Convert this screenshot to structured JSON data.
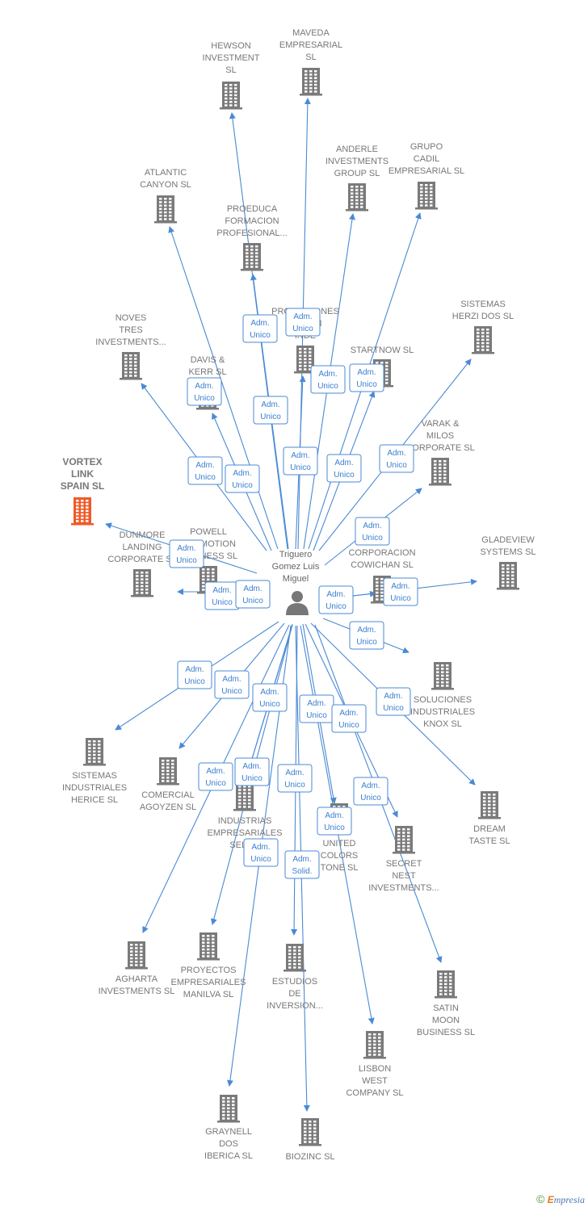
{
  "colors": {
    "edge": "#4a8ad4",
    "building": "#7a7a7a",
    "highlight_building": "#f05a28",
    "person": "#777777",
    "label": "#777777"
  },
  "center": {
    "name_lines": [
      "Triguero",
      "Gomez Luis",
      "Miguel"
    ],
    "icon": "person-icon"
  },
  "nodes": [
    {
      "id": "hewson",
      "lines": [
        "HEWSON",
        "INVESTMENT",
        "SL"
      ],
      "icon": "building-icon"
    },
    {
      "id": "maveda",
      "lines": [
        "MAVEDA",
        "EMPRESARIAL",
        "SL"
      ],
      "icon": "building-icon"
    },
    {
      "id": "anderle",
      "lines": [
        "ANDERLE",
        "INVESTMENTS",
        "GROUP SL"
      ],
      "icon": "building-icon"
    },
    {
      "id": "cadil",
      "lines": [
        "GRUPO",
        "CADIL",
        "EMPRESARIAL SL"
      ],
      "icon": "building-icon"
    },
    {
      "id": "atlantic",
      "lines": [
        "ATLANTIC",
        "CANYON SL"
      ],
      "icon": "building-icon"
    },
    {
      "id": "proeduca",
      "lines": [
        "PROEDUCA",
        "FORMACION",
        "PROFESIONAL..."
      ],
      "icon": "building-icon"
    },
    {
      "id": "sistemas_herzi",
      "lines": [
        "SISTEMAS",
        "HERZI DOS SL"
      ],
      "icon": "building-icon"
    },
    {
      "id": "noves",
      "lines": [
        "NOVES",
        "TRES",
        "INVESTMENTS..."
      ],
      "icon": "building-icon"
    },
    {
      "id": "promociones",
      "lines": [
        "PROMOCIONES",
        "DE SAN",
        "INDE"
      ],
      "icon": "building-icon"
    },
    {
      "id": "startnow",
      "lines": [
        "STARTNOW SL"
      ],
      "icon": "building-icon"
    },
    {
      "id": "davis",
      "lines": [
        "DAVIS &",
        "KERR SL"
      ],
      "icon": "building-icon"
    },
    {
      "id": "varak",
      "lines": [
        "VARAK &",
        "MILOS",
        "CORPORATE SL"
      ],
      "icon": "building-icon"
    },
    {
      "id": "vortex",
      "lines": [
        "VORTEX",
        "LINK",
        "SPAIN  SL"
      ],
      "icon": "building-icon",
      "highlight": true
    },
    {
      "id": "dunmore",
      "lines": [
        "DUNMORE",
        "LANDING",
        "CORPORATE SL"
      ],
      "icon": "building-icon"
    },
    {
      "id": "powell",
      "lines": [
        "POWELL",
        "PROMOTION",
        "BUSINESS  SL"
      ],
      "icon": "building-icon"
    },
    {
      "id": "cowichan",
      "lines": [
        "CORPORACION",
        "COWICHAN SL"
      ],
      "icon": "building-icon"
    },
    {
      "id": "gladeview",
      "lines": [
        "GLADEVIEW",
        "SYSTEMS  SL"
      ],
      "icon": "building-icon"
    },
    {
      "id": "soluciones",
      "lines": [
        "SOLUCIONES",
        "INDUSTRIALES",
        "KNOX SL"
      ],
      "icon": "building-icon"
    },
    {
      "id": "herice",
      "lines": [
        "SISTEMAS",
        "INDUSTRIALES",
        "HERICE  SL"
      ],
      "icon": "building-icon"
    },
    {
      "id": "agoyzen",
      "lines": [
        "COMERCIAL",
        "AGOYZEN SL"
      ],
      "icon": "building-icon"
    },
    {
      "id": "seldo",
      "lines": [
        "INDUSTRIAS",
        "EMPRESARIALES",
        "SELDO"
      ],
      "icon": "building-icon"
    },
    {
      "id": "united",
      "lines": [
        "UNITED",
        "COLORS",
        "TONE SL"
      ],
      "icon": "building-icon"
    },
    {
      "id": "dream",
      "lines": [
        "DREAM",
        "TASTE SL"
      ],
      "icon": "building-icon"
    },
    {
      "id": "secret",
      "lines": [
        "SECRET",
        "NEST",
        "INVESTMENTS..."
      ],
      "icon": "building-icon"
    },
    {
      "id": "agharta",
      "lines": [
        "AGHARTA",
        "INVESTMENTS SL"
      ],
      "icon": "building-icon"
    },
    {
      "id": "manilva",
      "lines": [
        "PROYECTOS",
        "EMPRESARIALES",
        "MANILVA SL"
      ],
      "icon": "building-icon"
    },
    {
      "id": "estudios",
      "lines": [
        "ESTUDIOS",
        "DE",
        "INVERSION..."
      ],
      "icon": "building-icon"
    },
    {
      "id": "satin",
      "lines": [
        "SATIN",
        "MOON",
        "BUSINESS SL"
      ],
      "icon": "building-icon"
    },
    {
      "id": "lisbon",
      "lines": [
        "LISBON",
        "WEST",
        "COMPANY  SL"
      ],
      "icon": "building-icon"
    },
    {
      "id": "graynell",
      "lines": [
        "GRAYNELL",
        "DOS",
        "IBERICA  SL"
      ],
      "icon": "building-icon"
    },
    {
      "id": "biozinc",
      "lines": [
        "BIOZINC SL"
      ],
      "icon": "building-icon"
    }
  ],
  "edges": [
    {
      "to": "hewson",
      "label": [
        "Adm.",
        "Unico"
      ]
    },
    {
      "to": "maveda",
      "label": [
        "Adm.",
        "Unico"
      ]
    },
    {
      "to": "anderle",
      "label": [
        "Adm.",
        "Unico"
      ]
    },
    {
      "to": "cadil",
      "label": [
        "Adm.",
        "Unico"
      ]
    },
    {
      "to": "atlantic",
      "label": [
        "Adm.",
        "Unico"
      ]
    },
    {
      "to": "proeduca",
      "label": [
        "Adm.",
        "Unico"
      ]
    },
    {
      "to": "sistemas_herzi",
      "label": [
        "Adm.",
        "Unico"
      ]
    },
    {
      "to": "noves",
      "label": [
        "Adm.",
        "Unico"
      ]
    },
    {
      "to": "promociones",
      "label": [
        "Adm.",
        "Unico"
      ]
    },
    {
      "to": "startnow",
      "label": [
        "Adm.",
        "Unico"
      ]
    },
    {
      "to": "davis",
      "label": [
        "Adm.",
        "Unico"
      ]
    },
    {
      "to": "varak",
      "label": [
        "Adm.",
        "Unico"
      ]
    },
    {
      "to": "vortex",
      "label": [
        "Adm.",
        "Unico"
      ]
    },
    {
      "to": "dunmore",
      "label": [
        "Adm.",
        "Unico"
      ]
    },
    {
      "to": "powell",
      "label": [
        "Adm.",
        "Unico"
      ]
    },
    {
      "to": "cowichan",
      "label": [
        "Adm.",
        "Unico"
      ]
    },
    {
      "to": "gladeview",
      "label": [
        "Adm.",
        "Unico"
      ]
    },
    {
      "to": "soluciones",
      "label": [
        "Adm.",
        "Unico"
      ]
    },
    {
      "to": "herice",
      "label": [
        "Adm.",
        "Unico"
      ]
    },
    {
      "to": "agoyzen",
      "label": [
        "Adm.",
        "Unico"
      ]
    },
    {
      "to": "seldo",
      "label": [
        "Adm.",
        "Unico"
      ]
    },
    {
      "to": "united",
      "label": [
        "Adm.",
        "Unico"
      ]
    },
    {
      "to": "dream",
      "label": [
        "Adm.",
        "Unico"
      ]
    },
    {
      "to": "secret",
      "label": [
        "Adm.",
        "Unico"
      ]
    },
    {
      "to": "agharta",
      "label": [
        "Adm.",
        "Unico"
      ]
    },
    {
      "to": "manilva",
      "label": [
        "Adm.",
        "Unico"
      ]
    },
    {
      "to": "estudios",
      "label": [
        "Adm.",
        "Solid."
      ]
    },
    {
      "to": "satin",
      "label": [
        "Adm.",
        "Unico"
      ]
    },
    {
      "to": "lisbon",
      "label": [
        "Adm.",
        "Unico"
      ]
    },
    {
      "to": "graynell",
      "label": [
        "Adm.",
        "Unico"
      ]
    },
    {
      "to": "biozinc",
      "label": [
        "Adm.",
        "Unico"
      ]
    },
    {
      "to": "seldo",
      "label": [
        "Adm.",
        "Unico"
      ]
    }
  ],
  "footer": {
    "copyright": "©",
    "brand_initial": "E",
    "brand_rest": "mpresia"
  }
}
